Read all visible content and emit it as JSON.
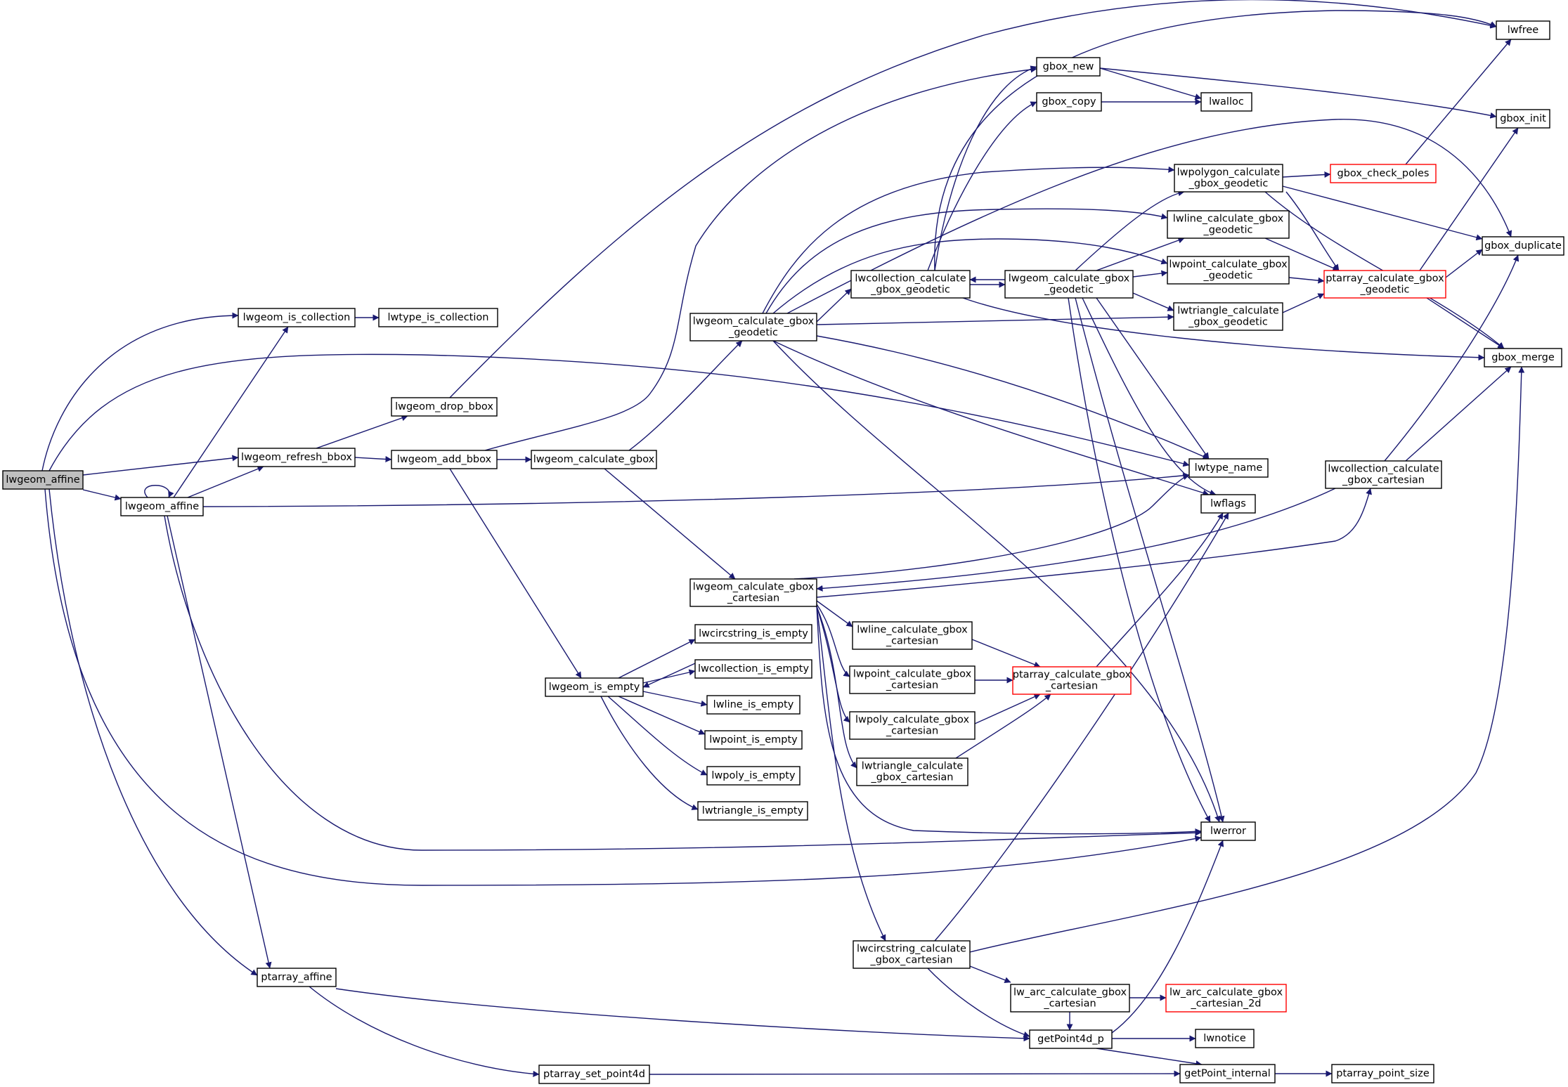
{
  "colors": {
    "edge": "#191970",
    "root_fill": "#bfbfbf",
    "node_border": "#000000",
    "truncated_border": "#ff0000"
  },
  "nodes": {
    "lwgeom_affine_root": {
      "lines": [
        "lwgeom_affine"
      ],
      "root": true
    },
    "lwgeom_is_collection": {
      "lines": [
        "lwgeom_is_collection"
      ]
    },
    "lwtype_is_collection": {
      "lines": [
        "lwtype_is_collection"
      ]
    },
    "lwgeom_refresh_bbox": {
      "lines": [
        "lwgeom_refresh_bbox"
      ]
    },
    "lwgeom_affine": {
      "lines": [
        "lwgeom_affine"
      ]
    },
    "ptarray_affine": {
      "lines": [
        "ptarray_affine"
      ]
    },
    "lwgeom_drop_bbox": {
      "lines": [
        "lwgeom_drop_bbox"
      ]
    },
    "lwgeom_add_bbox": {
      "lines": [
        "lwgeom_add_bbox"
      ]
    },
    "lwgeom_calculate_gbox": {
      "lines": [
        "lwgeom_calculate_gbox"
      ]
    },
    "lwgeom_is_empty": {
      "lines": [
        "lwgeom_is_empty"
      ]
    },
    "lwgeom_calculate_gbox_geodetic": {
      "lines": [
        "lwgeom_calculate_gbox",
        "_geodetic"
      ]
    },
    "lwgeom_calculate_gbox_cartesian": {
      "lines": [
        "lwgeom_calculate_gbox",
        "_cartesian"
      ]
    },
    "lwcircstring_is_empty": {
      "lines": [
        "lwcircstring_is_empty"
      ]
    },
    "lwcollection_is_empty": {
      "lines": [
        "lwcollection_is_empty"
      ]
    },
    "lwline_is_empty": {
      "lines": [
        "lwline_is_empty"
      ]
    },
    "lwpoint_is_empty": {
      "lines": [
        "lwpoint_is_empty"
      ]
    },
    "lwpoly_is_empty": {
      "lines": [
        "lwpoly_is_empty"
      ]
    },
    "lwtriangle_is_empty": {
      "lines": [
        "lwtriangle_is_empty"
      ]
    },
    "ptarray_set_point4d": {
      "lines": [
        "ptarray_set_point4d"
      ]
    },
    "lwcollection_calculate_gbox_geodetic": {
      "lines": [
        "lwcollection_calculate",
        "_gbox_geodetic"
      ]
    },
    "lwline_calculate_gbox_cartesian": {
      "lines": [
        "lwline_calculate_gbox",
        "_cartesian"
      ]
    },
    "lwpoint_calculate_gbox_cartesian": {
      "lines": [
        "lwpoint_calculate_gbox",
        "_cartesian"
      ]
    },
    "lwpoly_calculate_gbox_cartesian": {
      "lines": [
        "lwpoly_calculate_gbox",
        "_cartesian"
      ]
    },
    "lwtriangle_calculate_gbox_cartesian": {
      "lines": [
        "lwtriangle_calculate",
        "_gbox_cartesian"
      ]
    },
    "lwcircstring_calculate_gbox_cartesian": {
      "lines": [
        "lwcircstring_calculate",
        "_gbox_cartesian"
      ]
    },
    "gbox_new": {
      "lines": [
        "gbox_new"
      ]
    },
    "gbox_copy": {
      "lines": [
        "gbox_copy"
      ]
    },
    "lwgeom_calculate_gbox_geodetic_2": {
      "lines": [
        "lwgeom_calculate_gbox",
        "_geodetic"
      ]
    },
    "ptarray_calculate_gbox_cartesian": {
      "lines": [
        "ptarray_calculate_gbox",
        "_cartesian"
      ],
      "truncated": true
    },
    "lw_arc_calculate_gbox_cartesian": {
      "lines": [
        "lw_arc_calculate_gbox",
        "_cartesian"
      ]
    },
    "getPoint4d_p": {
      "lines": [
        "getPoint4d_p"
      ]
    },
    "lwpolygon_calculate_gbox_geodetic": {
      "lines": [
        "lwpolygon_calculate",
        "_gbox_geodetic"
      ]
    },
    "lwline_calculate_gbox_geodetic": {
      "lines": [
        "lwline_calculate_gbox",
        "_geodetic"
      ]
    },
    "lwpoint_calculate_gbox_geodetic": {
      "lines": [
        "lwpoint_calculate_gbox",
        "_geodetic"
      ]
    },
    "lwtriangle_calculate_gbox_geodetic": {
      "lines": [
        "lwtriangle_calculate",
        "_gbox_geodetic"
      ]
    },
    "lwtype_name": {
      "lines": [
        "lwtype_name"
      ]
    },
    "lwflags": {
      "lines": [
        "lwflags"
      ]
    },
    "lwerror": {
      "lines": [
        "lwerror"
      ]
    },
    "lwfree": {
      "lines": [
        "lwfree"
      ]
    },
    "lwalloc": {
      "lines": [
        "lwalloc"
      ]
    },
    "lwnotice": {
      "lines": [
        "lwnotice"
      ]
    },
    "getPoint_internal": {
      "lines": [
        "getPoint_internal"
      ]
    },
    "lwcollection_calculate_gbox_cartesian": {
      "lines": [
        "lwcollection_calculate",
        "_gbox_cartesian"
      ]
    },
    "gbox_check_poles": {
      "lines": [
        "gbox_check_poles"
      ],
      "truncated": true
    },
    "ptarray_calculate_gbox_geodetic": {
      "lines": [
        "ptarray_calculate_gbox",
        "_geodetic"
      ],
      "truncated": true
    },
    "lw_arc_calculate_gbox_cartesian_2d": {
      "lines": [
        "lw_arc_calculate_gbox",
        "_cartesian_2d"
      ],
      "truncated": true
    },
    "gbox_init": {
      "lines": [
        "gbox_init"
      ]
    },
    "gbox_duplicate": {
      "lines": [
        "gbox_duplicate"
      ]
    },
    "gbox_merge": {
      "lines": [
        "gbox_merge"
      ]
    },
    "ptarray_point_size": {
      "lines": [
        "ptarray_point_size"
      ]
    }
  }
}
